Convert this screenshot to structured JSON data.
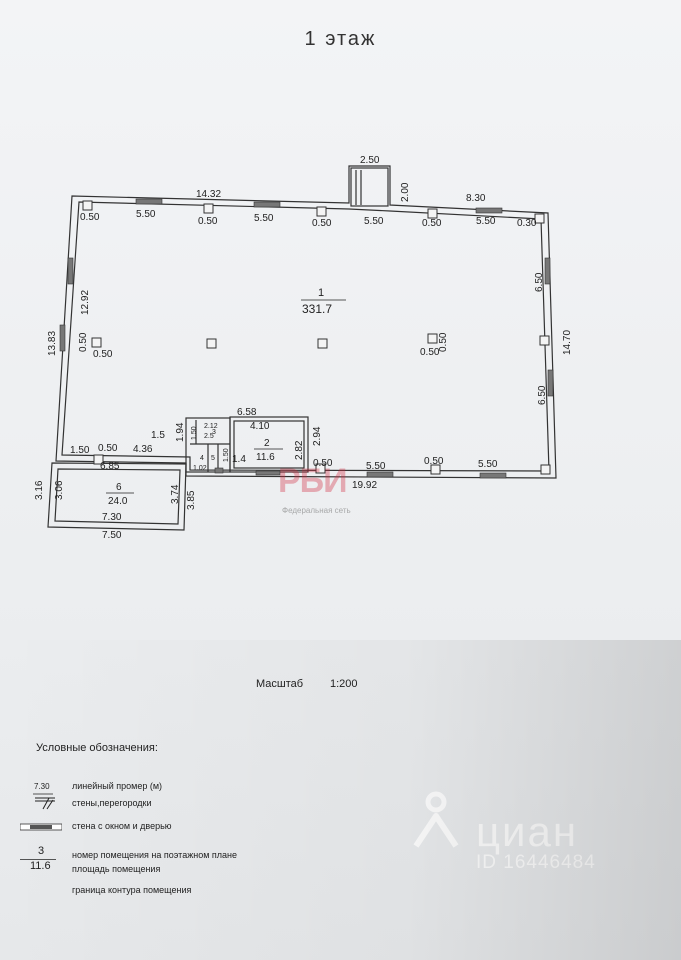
{
  "page": {
    "title": "1 этаж"
  },
  "plan": {
    "dims": {
      "top_total": "14.32",
      "entrance_w": "2.50",
      "entrance_d": "2.00",
      "top_right": "8.30",
      "t1": "0.50",
      "t2": "5.50",
      "t3": "0.50",
      "t4": "5.50",
      "t5": "0.50",
      "t6": "5.50",
      "t7": "0.50",
      "t8": "5.50",
      "t9": "0.30",
      "left_upper": "12.92",
      "left_total": "13.83",
      "left_pier": "0.50",
      "left_col": "0.50",
      "right_col": "0.50",
      "right_pier": "0.50",
      "right_upper": "6.50",
      "right_lower": "6.50",
      "right_total": "14.70",
      "b1": "1.50",
      "b2": "0.50",
      "b3": "4.36",
      "b4": "1.5",
      "b5": "1.94",
      "r2_top": "6.58",
      "r2_w": "4.10",
      "r2_d1": "2.82",
      "r2_d2": "2.94",
      "r2_bottom": "1.4",
      "bot_pier": "0.50",
      "bot_win1": "5.50",
      "bot_col": "0.50",
      "bot_win2": "5.50",
      "bot_total": "19.92",
      "r6_top": "6.85",
      "r6_left1": "3.16",
      "r6_left2": "3.06",
      "r6_right1": "3.74",
      "r6_right2": "3.85",
      "r6_inner": "7.30",
      "r6_outer": "7.50",
      "small_a": "2.12",
      "small_b": "2.5",
      "small_c": "1.50",
      "small_d": "1.50",
      "small_e": "1.02"
    },
    "rooms": {
      "r1_num": "1",
      "r1_area": "331.7",
      "r2_num": "2",
      "r2_area": "11.6",
      "r6_num": "6",
      "r6_area": "24.0",
      "r3_num": "3",
      "r4_num": "4",
      "r5_num": "5"
    }
  },
  "scale": {
    "label": "Масштаб",
    "value": "1:200"
  },
  "legend": {
    "title": "Условные обозначения:",
    "sample_measure": "7.30",
    "measure": "линейный промер (м)",
    "walls": "стены,перегородки",
    "window_wall": "стена с окном и дверью",
    "sample_num": "3",
    "sample_area": "11.6",
    "room_number": "номер помещения на поэтажном плане",
    "room_area": "площадь помещения",
    "contour": "граница контура помещения"
  },
  "watermarks": {
    "rbi": "РБИ",
    "federal": "Федеральная сеть",
    "cian": "циан",
    "cian_id": "ID 16446484"
  },
  "colors": {
    "ink": "#222222",
    "paper": "#eef0f2",
    "rbi_red": "#d2283c"
  }
}
